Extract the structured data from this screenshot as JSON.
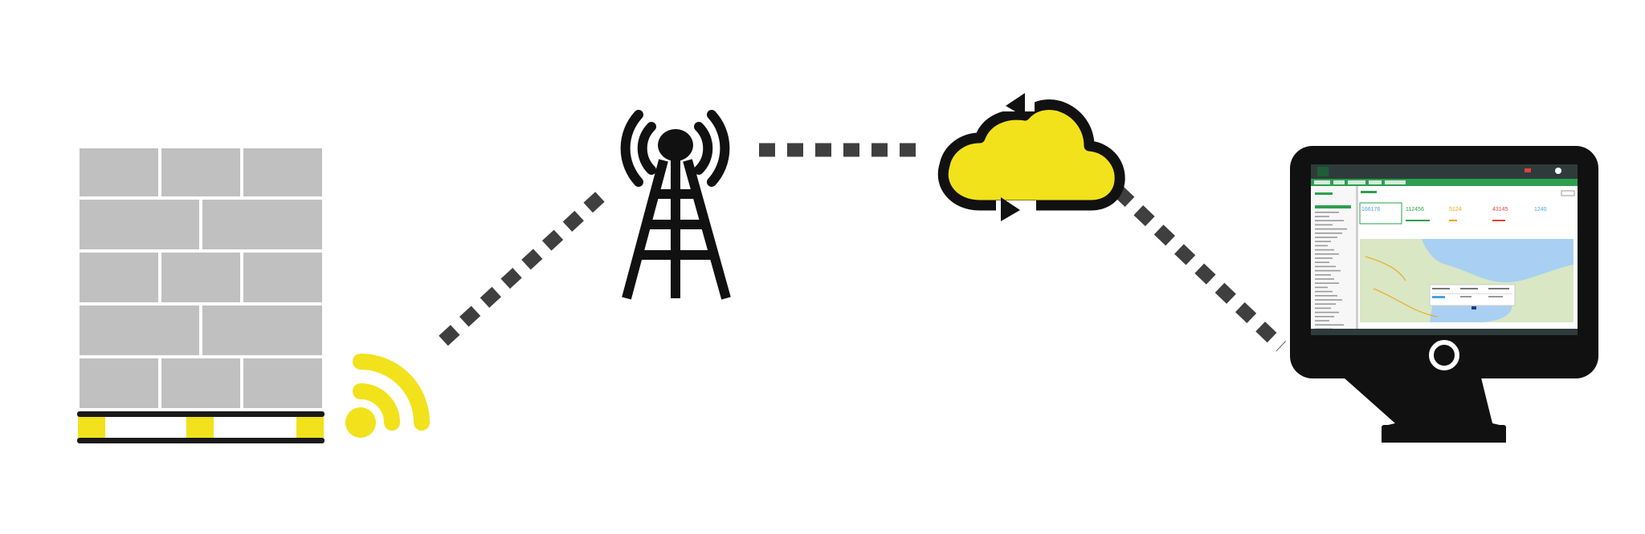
{
  "colors": {
    "accent_yellow": "#f2e21b",
    "link_dash": "#3f3f3f",
    "icon_black": "#111111",
    "brick_gray": "#c0c0c0",
    "dashboard_green": "#2e9e4f",
    "dashboard_header": "#2f3b3b",
    "map_water": "#a9d0f2",
    "map_land": "#d9e7c4"
  },
  "nodes": [
    {
      "name": "pallet",
      "icon": "pallet-with-bricks-icon"
    },
    {
      "name": "wireless-signal",
      "icon": "wifi-signal-icon"
    },
    {
      "name": "cell-tower",
      "icon": "radio-tower-icon"
    },
    {
      "name": "cloud",
      "icon": "cloud-sync-icon"
    },
    {
      "name": "monitor",
      "icon": "desktop-monitor-icon"
    }
  ],
  "links": [
    {
      "from": "wireless-signal",
      "to": "cell-tower",
      "style": "dashed"
    },
    {
      "from": "cell-tower",
      "to": "cloud",
      "style": "dashed"
    },
    {
      "from": "cloud",
      "to": "monitor",
      "style": "dashed"
    }
  ],
  "dashboard": {
    "kpis": [
      {
        "value": "166176",
        "color": "#4aa3df"
      },
      {
        "value": "112456",
        "color": "#2e9e4f"
      },
      {
        "value": "5124",
        "color": "#f0a30a"
      },
      {
        "value": "43145",
        "color": "#e0413a"
      },
      {
        "value": "1240",
        "color": "#4aa3df"
      }
    ]
  }
}
